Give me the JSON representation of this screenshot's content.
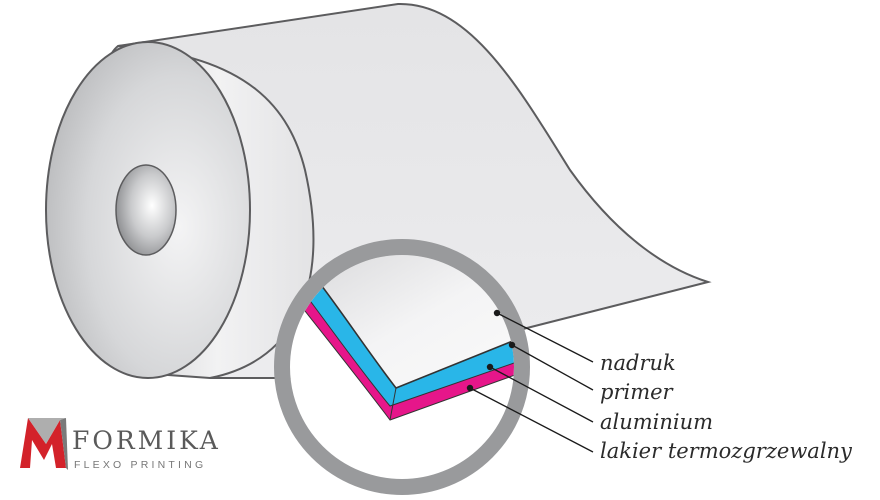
{
  "layers": [
    {
      "label": "nadruk",
      "color": "#ffffff"
    },
    {
      "label": "primer",
      "color": "#1a1a1a"
    },
    {
      "label": "aluminium",
      "color": "#29b6e8"
    },
    {
      "label": "lakier termozgrzewalny",
      "color": "#e6168a"
    }
  ],
  "logo": {
    "name": "FORMIKA",
    "tagline": "FLEXO PRINTING",
    "mark_colors": [
      "#d3222a",
      "#9a9a9a"
    ]
  }
}
